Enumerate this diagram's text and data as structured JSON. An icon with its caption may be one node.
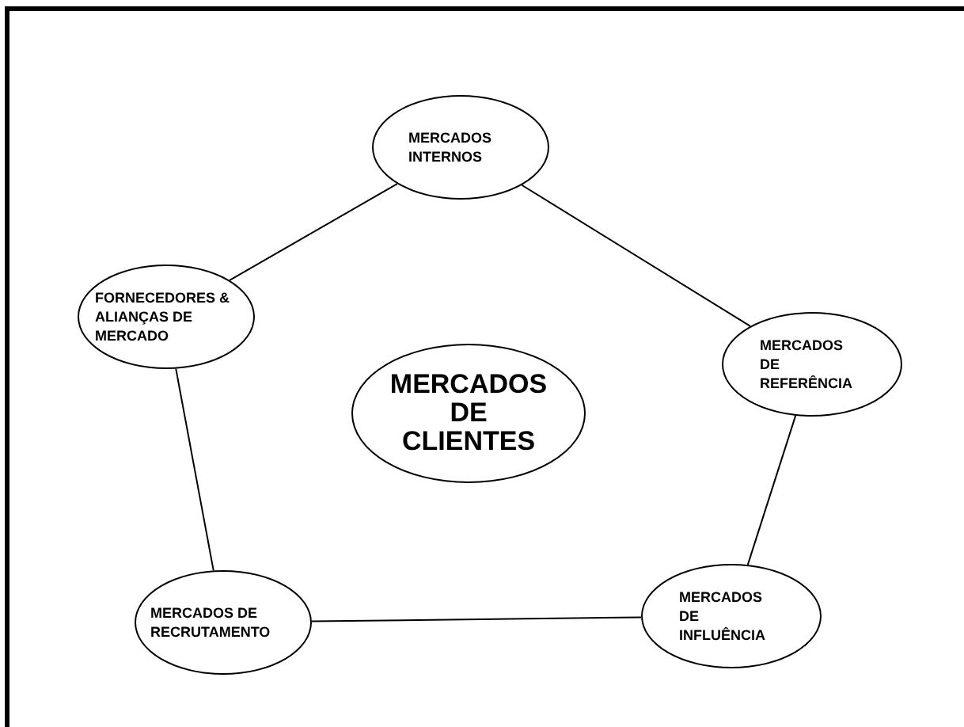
{
  "diagram": {
    "nodes": [
      {
        "text": [
          "MERCADOS INTERNOS"
        ]
      },
      {
        "text": [
          "FORNECEDORES & ALIANÇAS DE MERCADO"
        ]
      },
      {
        "text": [
          "MERCADOS DE CLIENTES"
        ]
      },
      {
        "text": [
          "MERCADOS DE REFERÊNCIA"
        ]
      },
      {
        "text": [
          "MERCADOS DE RECRUTAMENTO"
        ]
      },
      {
        "text": [
          "MERCADOS DE INFLUÊNCIA"
        ]
      }
    ],
    "edges": [
      {
        "from": 1,
        "to": 0,
        "arrow": "none"
      },
      {
        "from": 0,
        "to": 3,
        "arrow": "none"
      },
      {
        "from": 3,
        "to": 5,
        "arrow": "none"
      },
      {
        "from": 4,
        "to": 5,
        "arrow": "none"
      },
      {
        "from": 1,
        "to": 4,
        "arrow": "none"
      }
    ]
  }
}
